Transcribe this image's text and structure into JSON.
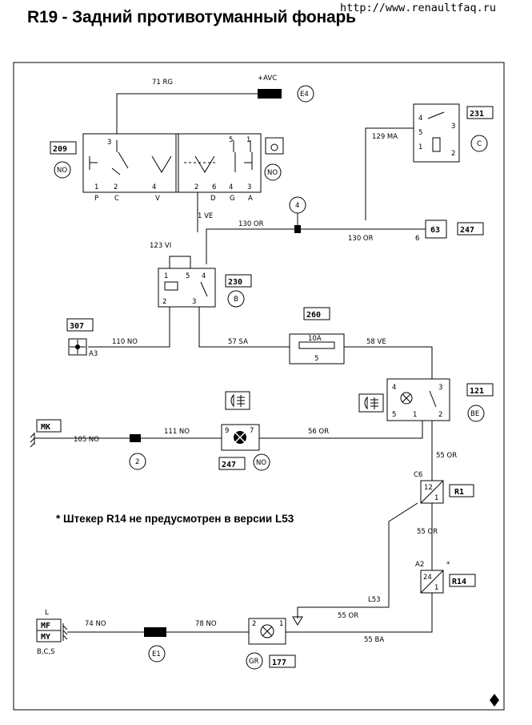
{
  "header": {
    "title": "R19 - Задний противотуманный фонарь",
    "url": "http://www.renaultfaq.ru"
  },
  "note": "* Штекер R14 не предусмотрен в версии L53",
  "wires": {
    "w71": "71 RG",
    "w129": "129 MA",
    "w1": "1 VE",
    "w130a": "130 OR",
    "w130b": "130 OR",
    "w123": "123 VI",
    "w110": "110 NO",
    "w57": "57 SA",
    "w58": "58 VE",
    "w105": "105 NO",
    "w111": "111 NO",
    "w56": "56 OR",
    "w55a": "55 OR",
    "w55b": "55 OR",
    "l53": "L53",
    "w55c": "55 OR",
    "w74": "74 NO",
    "w78": "78 NO",
    "w55d": "55 BA"
  },
  "components": {
    "c209": "209",
    "c231": "231",
    "c230": "230",
    "c307": "307",
    "c260": "260",
    "c121": "121",
    "c247a": "247",
    "c247b": "247",
    "c63": "63",
    "cMK": "MK",
    "cR1": "R1",
    "cR14": "R14",
    "c177": "177",
    "cMF": "MF",
    "cMY": "MY"
  },
  "circles": {
    "e4": "E4",
    "no1": "NO",
    "no2": "NO",
    "c": "C",
    "four": "4",
    "b": "B",
    "be": "BE",
    "two": "2",
    "no3": "NO",
    "e1": "E1",
    "gr": "GR"
  },
  "labels": {
    "avc": "+AVC",
    "pin3": "3",
    "pin5": "5",
    "pin1": "1",
    "sw_p1": "1",
    "sw_p2": "2",
    "sw_p4": "4",
    "sw_p2b": "2",
    "sw_p6": "6",
    "sw_p4b": "4",
    "sw_p3": "3",
    "P": "P",
    "C": "C",
    "V": "V",
    "D": "D",
    "G": "G",
    "A": "A",
    "r231_4": "4",
    "r231_5": "5",
    "r231_3": "3",
    "r231_1": "1",
    "r231_2": "2",
    "r230_1": "1",
    "r230_5": "5",
    "r230_4": "4",
    "r230_2": "2",
    "r230_3": "3",
    "a3": "A3",
    "fuse": "10A",
    "fuse5": "5",
    "p6": "6",
    "s121_4": "4",
    "s121_3": "3",
    "s121_5": "5",
    "s121_1": "1",
    "s121_2": "2",
    "l247_9": "9",
    "l247_7": "7",
    "c6": "C6",
    "r1_12": "12",
    "r1_1": "1",
    "a2": "A2",
    "star": "*",
    "r14_24": "24",
    "r14_1": "1",
    "l177_2": "2",
    "l177_1": "1",
    "L": "L",
    "bcs": "B,C,S"
  }
}
